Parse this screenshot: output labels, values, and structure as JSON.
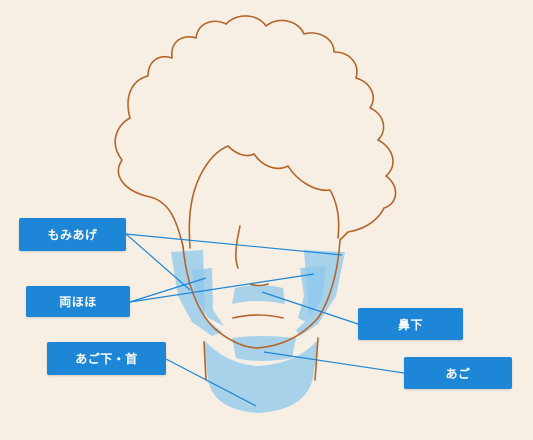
{
  "labels": {
    "momiage": "もみあげ",
    "ryohoho": "両ほほ",
    "hanashita": "鼻下",
    "agoshita_kubi": "あご下・首",
    "ago": "あご"
  },
  "colors": {
    "background": "#f7efe3",
    "outline": "#b5652a",
    "zone_fill": "#8ec8ec",
    "label_bg": "#1d86d6",
    "leader_line": "#1d86d6"
  }
}
